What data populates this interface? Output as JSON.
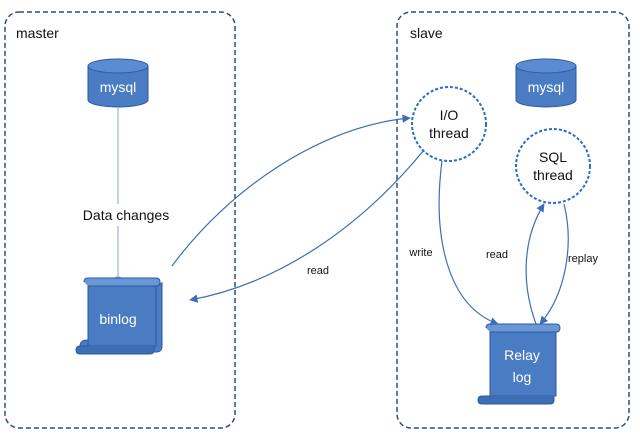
{
  "panels": {
    "master_label": "master",
    "slave_label": "slave"
  },
  "nodes": {
    "master_db": "mysql",
    "slave_db": "mysql",
    "binlog": "binlog",
    "io_thread_line1": "I/O",
    "io_thread_line2": "thread",
    "sql_thread_line1": "SQL",
    "sql_thread_line2": "thread",
    "relay_log_line1": "Relay",
    "relay_log_line2": "log"
  },
  "edges": {
    "data_changes": "Data changes",
    "read_binlog": "read",
    "write": "write",
    "read_relay": "read",
    "replay": "replay"
  },
  "colors": {
    "panel_border": "#2f4f7f",
    "node_fill": "#4a7cc4",
    "node_stroke": "#2b5aa0",
    "arrow": "#3b6fb5",
    "circle_stroke": "#2b6cc4",
    "label_text": "#111111",
    "node_text": "#ffffff"
  }
}
